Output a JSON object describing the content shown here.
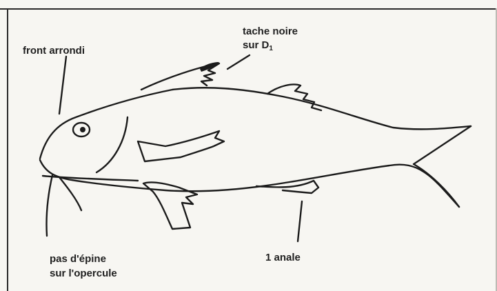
{
  "labels": {
    "front": "front arrondi",
    "tache_line1": "tache noire",
    "tache_line2_prefix": "sur D",
    "tache_line2_sub": "1",
    "pas_line1": "pas d'épine",
    "pas_line2": "sur l'opercule",
    "anale": "1 anale"
  },
  "colors": {
    "ink": "#1b1b1b",
    "paper": "#f7f6f2"
  }
}
